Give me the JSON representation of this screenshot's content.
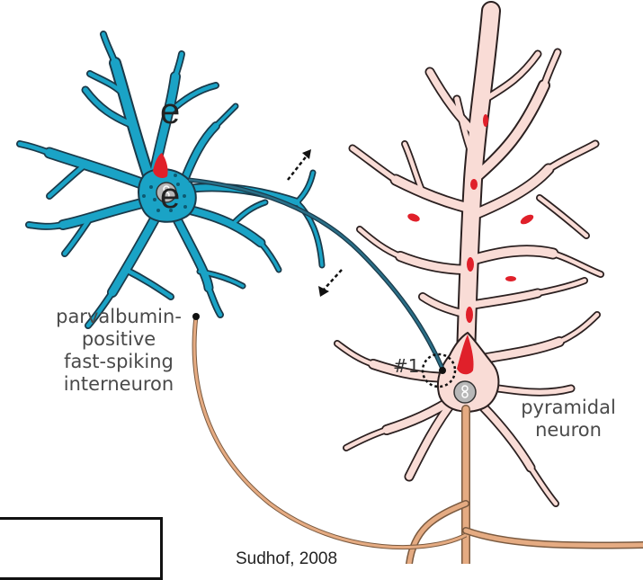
{
  "interneuron_label": [
    "parvalbumin-",
    "positive",
    "fast-spiking",
    "interneuron"
  ],
  "pyramidal_label": [
    "pyramidal",
    "neuron"
  ],
  "synapse_label": "#1",
  "citation": "Sudhof, 2008",
  "slide_fragments": [
    "e",
    "e"
  ],
  "colors": {
    "interneuron": "#1aa3c6",
    "interneuron_outline": "#1a3a4a",
    "pyramidal": "#f9dcd6",
    "pyramidal_outline": "#2b2020",
    "organelle": "#e0202a",
    "axon_pv": "#1b4b5c",
    "axon_pyramidal": "#e5ab82",
    "nucleus": "#b8b8b8"
  },
  "icons": [
    "dashed-arrow-up-icon",
    "dashed-arrow-down-icon",
    "dashed-synapse-circle-icon"
  ]
}
